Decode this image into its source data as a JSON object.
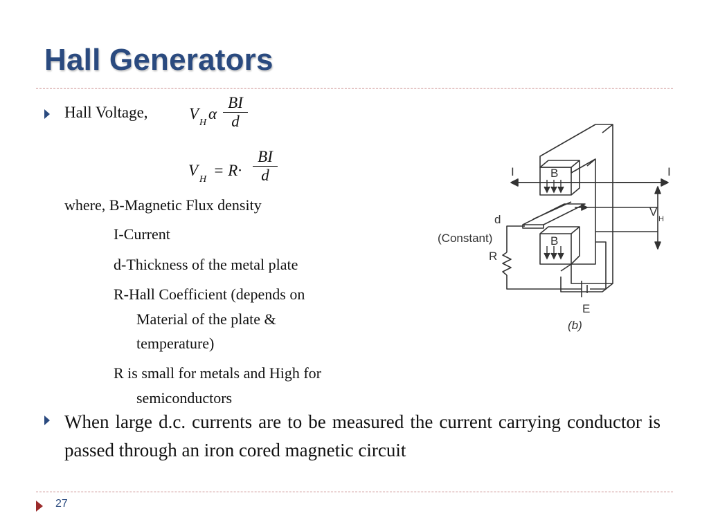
{
  "title": "Hall Generators",
  "hall_voltage": {
    "label": "Hall Voltage,",
    "lhs": "V",
    "lhs_sub": "H",
    "relation": "α",
    "numerator": "BI",
    "denominator": "d"
  },
  "equation": {
    "lhs": "V",
    "lhs_sub": "H",
    "rhs": "= R·",
    "numerator": "BI",
    "denominator": "d"
  },
  "where_line": "where, B-Magnetic Flux density",
  "definitions": [
    "I-Current",
    "d-Thickness of the metal plate",
    "R-Hall Coefficient (depends on",
    "Material of the plate &",
    "temperature)",
    "R is small for metals and High for",
    "semiconductors"
  ],
  "paragraph": "When large d.c. currents are to be measured the current carrying conductor is passed through an iron cored magnetic circuit",
  "diagram": {
    "labels": {
      "current_left": "I",
      "current_right": "I",
      "flux_top": "B",
      "flux_bottom": "B",
      "hall_voltage": "V",
      "hall_voltage_sub": "H",
      "thickness": "d",
      "constant": "(Constant)",
      "resistor": "R",
      "battery": "E",
      "caption": "(b)"
    }
  },
  "slide_number": "27",
  "colors": {
    "title": "#2a4a7f",
    "rule": "#c98a8a",
    "bullet": "#2a4a7f",
    "number_marker": "#9b2b2b"
  }
}
